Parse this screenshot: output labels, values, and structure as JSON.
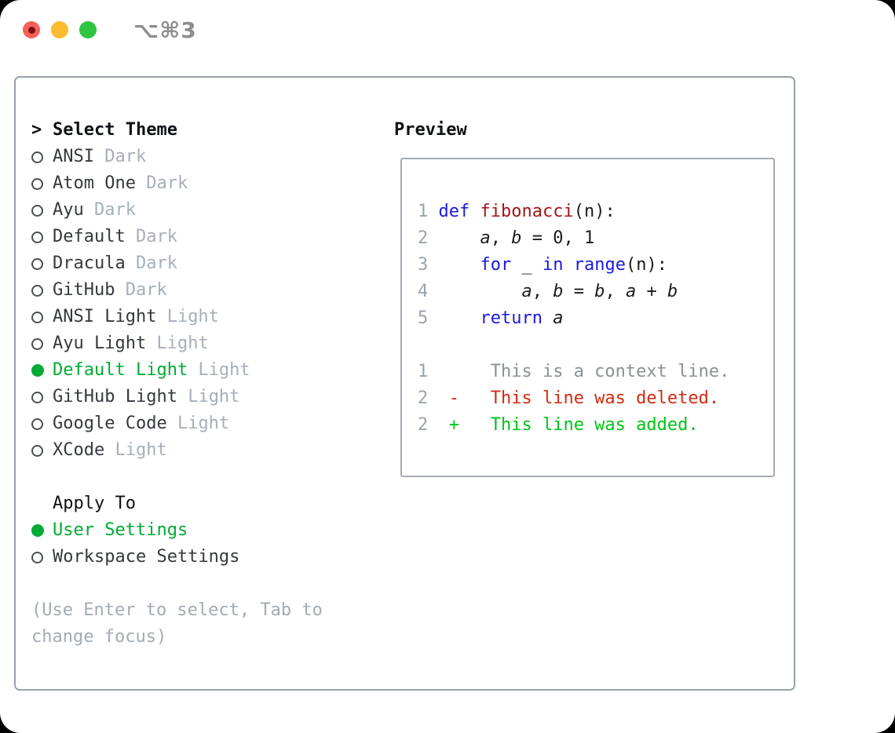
{
  "window": {
    "title": "⌥⌘3",
    "traffic_lights": [
      "close",
      "minimize",
      "zoom"
    ]
  },
  "theme_panel": {
    "header": {
      "prompt": ">",
      "label": "Select Theme"
    },
    "items": [
      {
        "name": "ANSI",
        "variant": "Dark",
        "selected": false
      },
      {
        "name": "Atom One",
        "variant": "Dark",
        "selected": false
      },
      {
        "name": "Ayu",
        "variant": "Dark",
        "selected": false
      },
      {
        "name": "Default",
        "variant": "Dark",
        "selected": false
      },
      {
        "name": "Dracula",
        "variant": "Dark",
        "selected": false
      },
      {
        "name": "GitHub",
        "variant": "Dark",
        "selected": false
      },
      {
        "name": "ANSI Light",
        "variant": "Light",
        "selected": false
      },
      {
        "name": "Ayu Light",
        "variant": "Light",
        "selected": false
      },
      {
        "name": "Default Light",
        "variant": "Light",
        "selected": true
      },
      {
        "name": "GitHub Light",
        "variant": "Light",
        "selected": false
      },
      {
        "name": "Google Code",
        "variant": "Light",
        "selected": false
      },
      {
        "name": "XCode",
        "variant": "Light",
        "selected": false
      }
    ],
    "apply_to": {
      "label": "Apply To",
      "options": [
        {
          "name": "User Settings",
          "selected": true
        },
        {
          "name": "Workspace Settings",
          "selected": false
        }
      ]
    },
    "help": "(Use Enter to select, Tab to change focus)"
  },
  "preview": {
    "label": "Preview",
    "lines": [
      {
        "name": "code-line-1",
        "segments": [
          {
            "s": "ln",
            "t": "1 "
          },
          {
            "s": "kw",
            "t": "def"
          },
          {
            "s": "pl",
            "t": " "
          },
          {
            "s": "fn",
            "t": "fibonacci"
          },
          {
            "s": "pl",
            "t": "(n):"
          }
        ]
      },
      {
        "name": "code-line-2",
        "segments": [
          {
            "s": "ln",
            "t": "2 "
          },
          {
            "s": "pl",
            "t": "    "
          },
          {
            "s": "var",
            "t": "a"
          },
          {
            "s": "pl",
            "t": ", "
          },
          {
            "s": "var",
            "t": "b"
          },
          {
            "s": "pl",
            "t": " = 0, 1"
          }
        ]
      },
      {
        "name": "code-line-3",
        "segments": [
          {
            "s": "ln",
            "t": "3 "
          },
          {
            "s": "pl",
            "t": "    "
          },
          {
            "s": "kw",
            "t": "for"
          },
          {
            "s": "pl",
            "t": " _ "
          },
          {
            "s": "kw",
            "t": "in"
          },
          {
            "s": "pl",
            "t": " "
          },
          {
            "s": "kw",
            "t": "range"
          },
          {
            "s": "pl",
            "t": "(n):"
          }
        ]
      },
      {
        "name": "code-line-4",
        "segments": [
          {
            "s": "ln",
            "t": "4 "
          },
          {
            "s": "pl",
            "t": "        "
          },
          {
            "s": "var",
            "t": "a"
          },
          {
            "s": "pl",
            "t": ", "
          },
          {
            "s": "var",
            "t": "b"
          },
          {
            "s": "pl",
            "t": " = "
          },
          {
            "s": "var",
            "t": "b"
          },
          {
            "s": "pl",
            "t": ", "
          },
          {
            "s": "var",
            "t": "a"
          },
          {
            "s": "pl",
            "t": " + "
          },
          {
            "s": "var",
            "t": "b"
          }
        ]
      },
      {
        "name": "code-line-5",
        "segments": [
          {
            "s": "ln",
            "t": "5 "
          },
          {
            "s": "pl",
            "t": "    "
          },
          {
            "s": "kw",
            "t": "return"
          },
          {
            "s": "pl",
            "t": " "
          },
          {
            "s": "var",
            "t": "a"
          }
        ]
      },
      {
        "name": "blank-line",
        "segments": []
      },
      {
        "name": "diff-context-line",
        "segments": [
          {
            "s": "ln",
            "t": "1"
          },
          {
            "s": "ctx",
            "t": "      This is a context line."
          }
        ]
      },
      {
        "name": "diff-deleted-line",
        "segments": [
          {
            "s": "ln",
            "t": "2"
          },
          {
            "s": "pl",
            "t": "  "
          },
          {
            "s": "del",
            "t": "-   This line was deleted."
          }
        ]
      },
      {
        "name": "diff-added-line",
        "segments": [
          {
            "s": "ln",
            "t": "2"
          },
          {
            "s": "pl",
            "t": "  "
          },
          {
            "s": "add",
            "t": "+   This line was added."
          }
        ]
      }
    ]
  },
  "colors": {
    "text_dark": "#35393e",
    "text_black": "#0e1116",
    "muted": "#a7afba",
    "help_gray": "#a4abb4",
    "line_number": "#9aa3ae",
    "context_gray": "#8a9198",
    "keyword_blue": "#1a1ae0",
    "function_red": "#a31616",
    "code_black": "#1c1c1c",
    "deleted_red": "#d22b10",
    "added_green": "#00c417",
    "selection_green": "#00ab35",
    "border_gray": "#98a1ac",
    "preview_border": "#a5abb5",
    "traffic_red": "#f7605a",
    "traffic_red_dot": "#7d100a",
    "traffic_yellow": "#fcbc30",
    "traffic_green": "#2fc441",
    "title_gray": "#8d8d91"
  }
}
